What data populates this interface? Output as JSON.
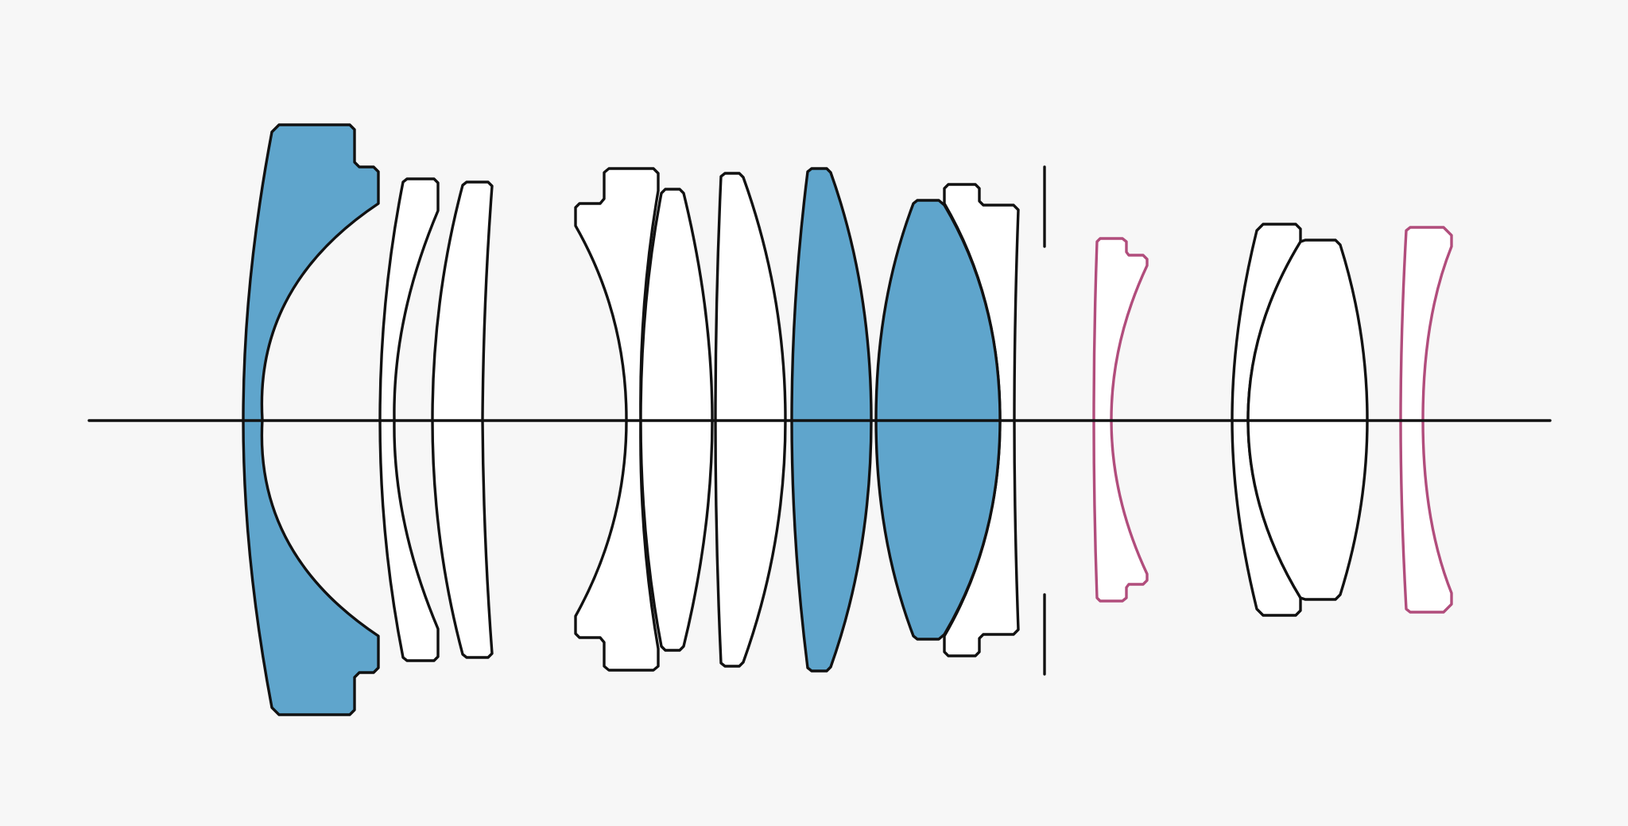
{
  "diagram": {
    "kind": "lens-cross-section",
    "colors": {
      "background": "#f7f7f7",
      "outline": "#111111",
      "special_element": "#5fa5cc",
      "standard_element": "#ffffff",
      "aspherical_outline": "#b14d7c"
    },
    "elements": [
      {
        "id": "e1",
        "type": "special"
      },
      {
        "id": "e2",
        "type": "standard"
      },
      {
        "id": "e3",
        "type": "standard"
      },
      {
        "id": "e4",
        "type": "standard"
      },
      {
        "id": "e5",
        "type": "standard"
      },
      {
        "id": "e6",
        "type": "standard"
      },
      {
        "id": "e7",
        "type": "special"
      },
      {
        "id": "e8",
        "type": "special"
      },
      {
        "id": "e9",
        "type": "standard"
      },
      {
        "id": "e10",
        "type": "aspherical"
      },
      {
        "id": "e11",
        "type": "standard"
      },
      {
        "id": "e12",
        "type": "standard"
      },
      {
        "id": "e13",
        "type": "aspherical"
      }
    ]
  }
}
